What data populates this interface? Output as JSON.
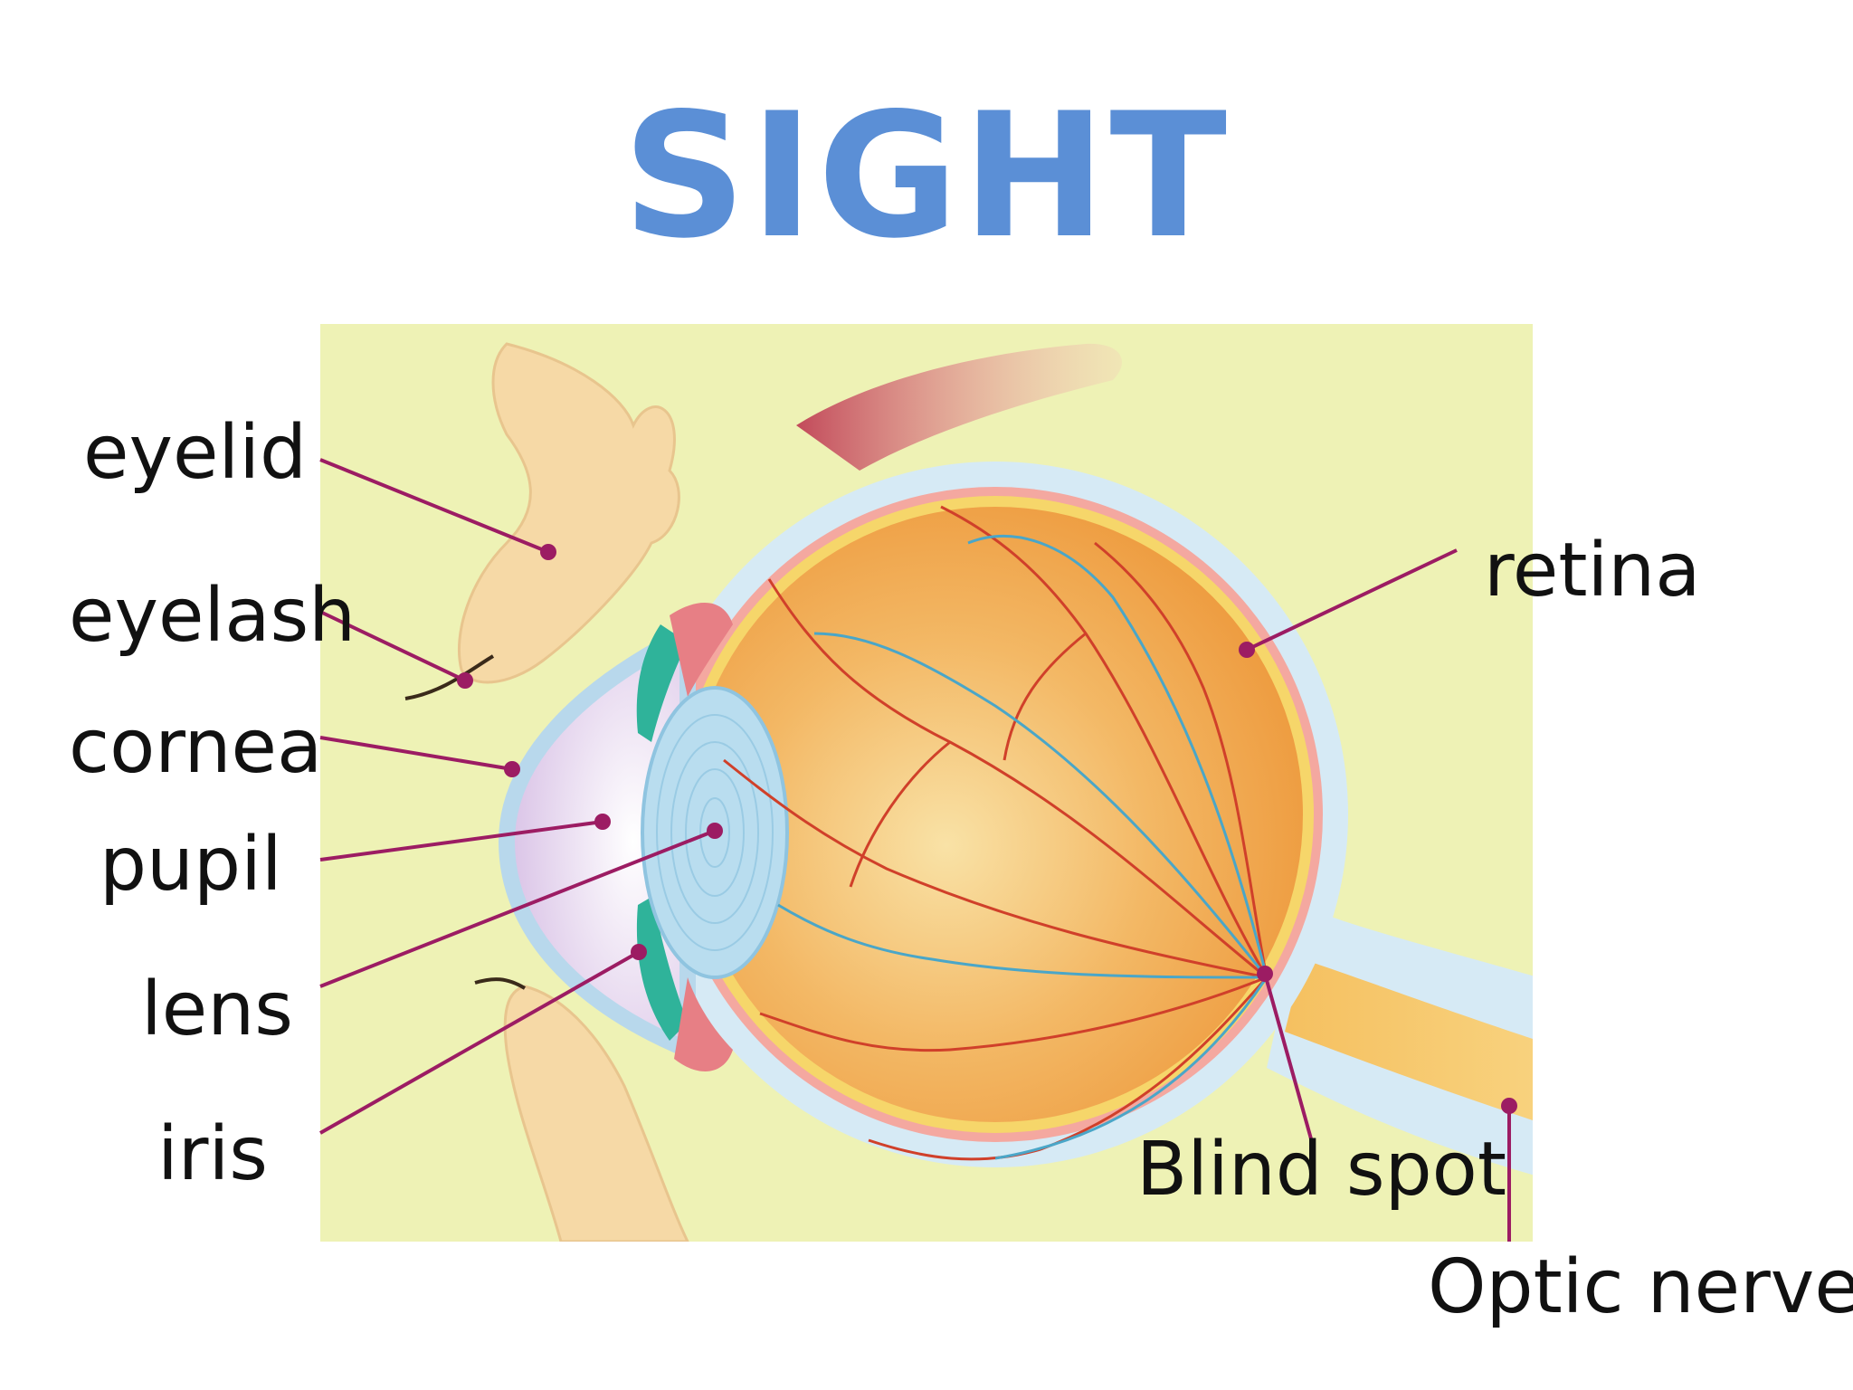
{
  "title": "SIGHT",
  "labels": {
    "eyelid": "eyelid",
    "eyelash": "eyelash",
    "cornea": "cornea",
    "pupil": "pupil",
    "lens": "lens",
    "iris": "iris",
    "retina": "retina",
    "blind_spot": "Blind spot",
    "optic_nerve": "Optic nerve"
  },
  "colors": {
    "title": "#5B8FD6",
    "background_panel": "#EEF2B5",
    "leader_line": "#9C1C63",
    "eyeball": "#F0A24A",
    "sclera": "#D6EAF5",
    "choroid": "#F4A8A0",
    "iris": "#2FB39A",
    "lens": "#B9DDEF",
    "vein_red": "#D0402A",
    "vein_blue": "#4AA6C8",
    "eyelid_skin": "#F6D9A6"
  }
}
